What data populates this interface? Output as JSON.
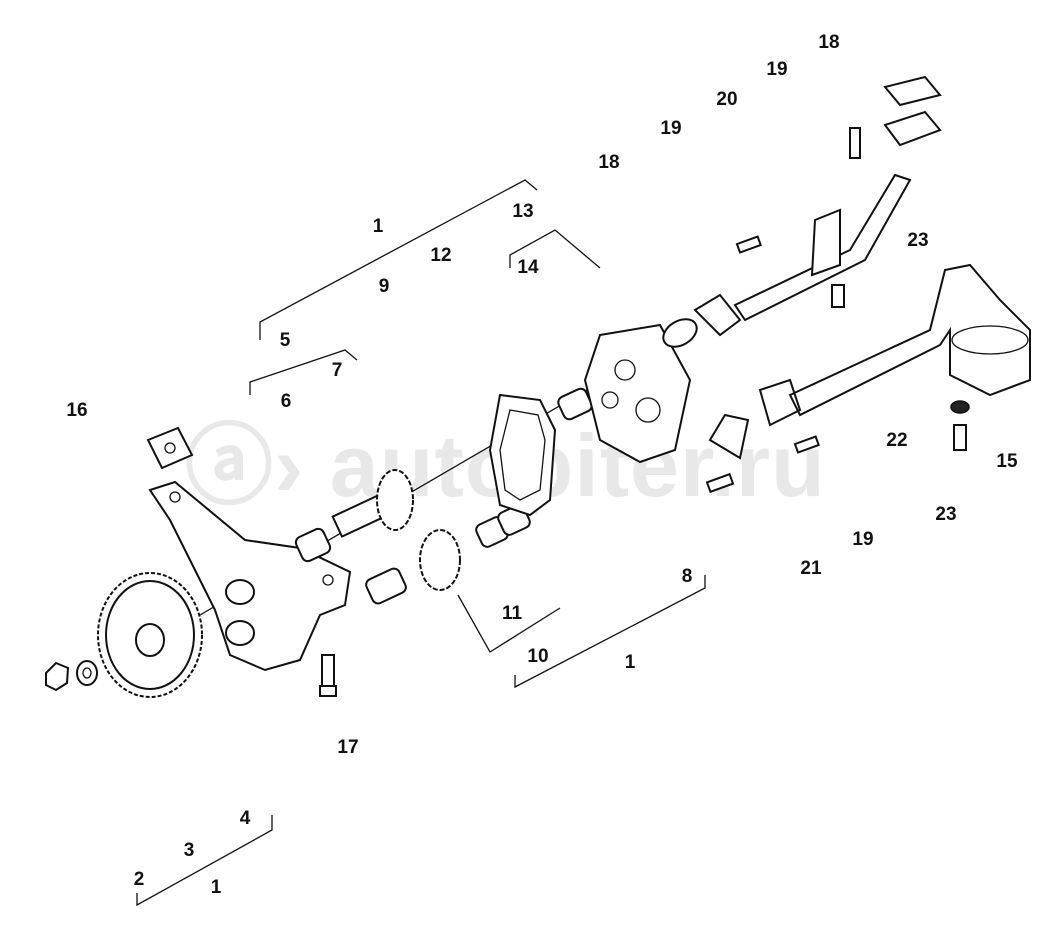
{
  "watermark": "autopiter.ru",
  "callouts": [
    {
      "id": "c1a",
      "text": "1"
    },
    {
      "id": "c5",
      "text": "5"
    },
    {
      "id": "c16",
      "text": "16"
    },
    {
      "id": "c6",
      "text": "6"
    },
    {
      "id": "c7",
      "text": "7"
    },
    {
      "id": "c9",
      "text": "9"
    },
    {
      "id": "c12",
      "text": "12"
    },
    {
      "id": "c14",
      "text": "14"
    },
    {
      "id": "c13",
      "text": "13"
    },
    {
      "id": "c18a",
      "text": "18"
    },
    {
      "id": "c19a",
      "text": "19"
    },
    {
      "id": "c20",
      "text": "20"
    },
    {
      "id": "c19b",
      "text": "19"
    },
    {
      "id": "c18b",
      "text": "18"
    },
    {
      "id": "c23a",
      "text": "23"
    },
    {
      "id": "c22",
      "text": "22"
    },
    {
      "id": "c15",
      "text": "15"
    },
    {
      "id": "c23b",
      "text": "23"
    },
    {
      "id": "c19c",
      "text": "19"
    },
    {
      "id": "c21",
      "text": "21"
    },
    {
      "id": "c8",
      "text": "8"
    },
    {
      "id": "c11",
      "text": "11"
    },
    {
      "id": "c10",
      "text": "10"
    },
    {
      "id": "c1b",
      "text": "1"
    },
    {
      "id": "c17",
      "text": "17"
    },
    {
      "id": "c4",
      "text": "4"
    },
    {
      "id": "c3",
      "text": "3"
    },
    {
      "id": "c2",
      "text": "2"
    },
    {
      "id": "c1c",
      "text": "1"
    }
  ]
}
